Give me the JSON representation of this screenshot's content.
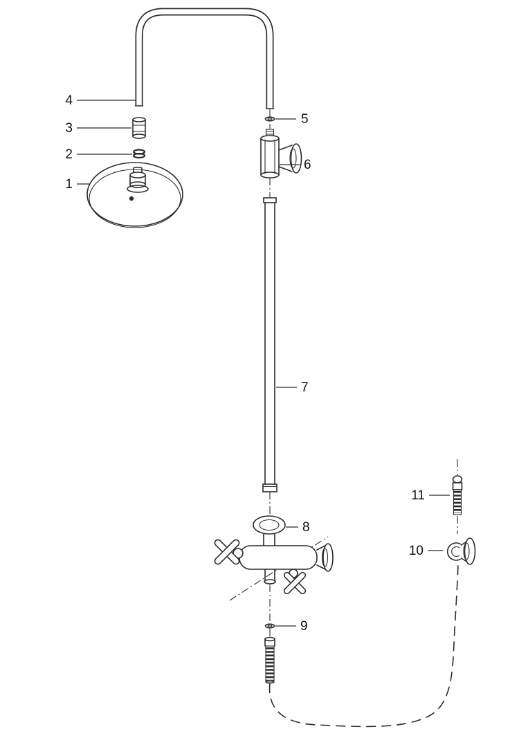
{
  "diagram": {
    "background": "#ffffff",
    "line_color": "#2b2b2b",
    "label_color": "#111111"
  },
  "labels": {
    "l1": "1",
    "l2": "2",
    "l3": "3",
    "l4": "4",
    "l5": "5",
    "l6": "6",
    "l7": "7",
    "l8": "8",
    "l9": "9",
    "l10": "10",
    "l11": "11"
  }
}
